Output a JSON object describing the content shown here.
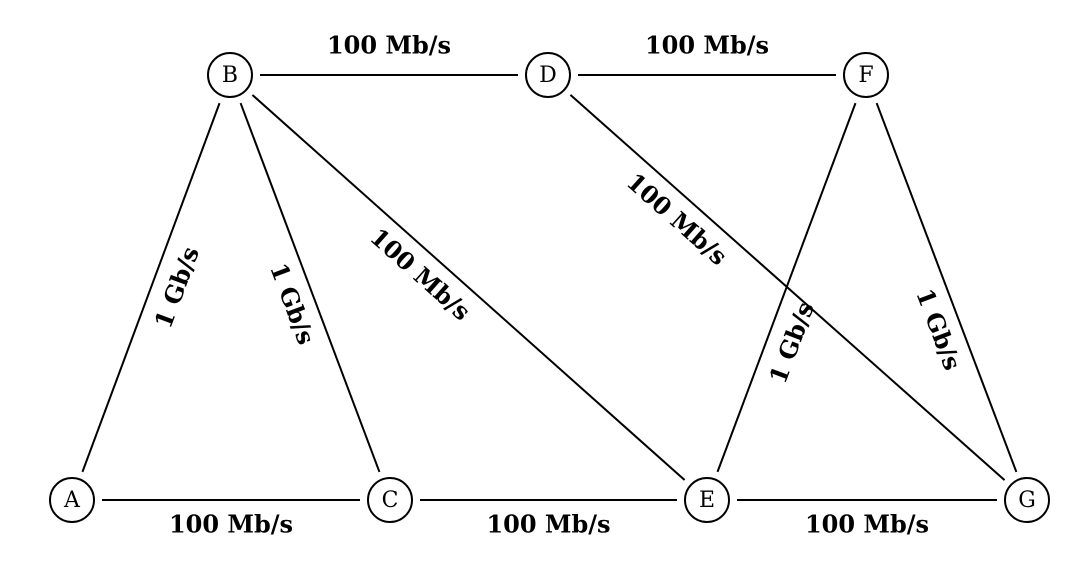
{
  "nodes": [
    {
      "id": "A",
      "label": "A"
    },
    {
      "id": "B",
      "label": "B"
    },
    {
      "id": "C",
      "label": "C"
    },
    {
      "id": "D",
      "label": "D"
    },
    {
      "id": "E",
      "label": "E"
    },
    {
      "id": "F",
      "label": "F"
    },
    {
      "id": "G",
      "label": "G"
    }
  ],
  "edges": [
    {
      "id": "A-B",
      "from": "A",
      "to": "B",
      "label": "1 Gb/s"
    },
    {
      "id": "B-C",
      "from": "B",
      "to": "C",
      "label": "1 Gb/s"
    },
    {
      "id": "B-E",
      "from": "B",
      "to": "E",
      "label": "100 Mb/s"
    },
    {
      "id": "B-D",
      "from": "B",
      "to": "D",
      "label": "100 Mb/s"
    },
    {
      "id": "D-F",
      "from": "D",
      "to": "F",
      "label": "100 Mb/s"
    },
    {
      "id": "D-G",
      "from": "D",
      "to": "G",
      "label": "100 Mb/s"
    },
    {
      "id": "F-E",
      "from": "F",
      "to": "E",
      "label": "1 Gb/s"
    },
    {
      "id": "F-G",
      "from": "F",
      "to": "G",
      "label": "1 Gb/s"
    },
    {
      "id": "A-C",
      "from": "A",
      "to": "C",
      "label": "100 Mb/s"
    },
    {
      "id": "C-E",
      "from": "C",
      "to": "E",
      "label": "100 Mb/s"
    },
    {
      "id": "E-G",
      "from": "E",
      "to": "G",
      "label": "100 Mb/s"
    }
  ]
}
